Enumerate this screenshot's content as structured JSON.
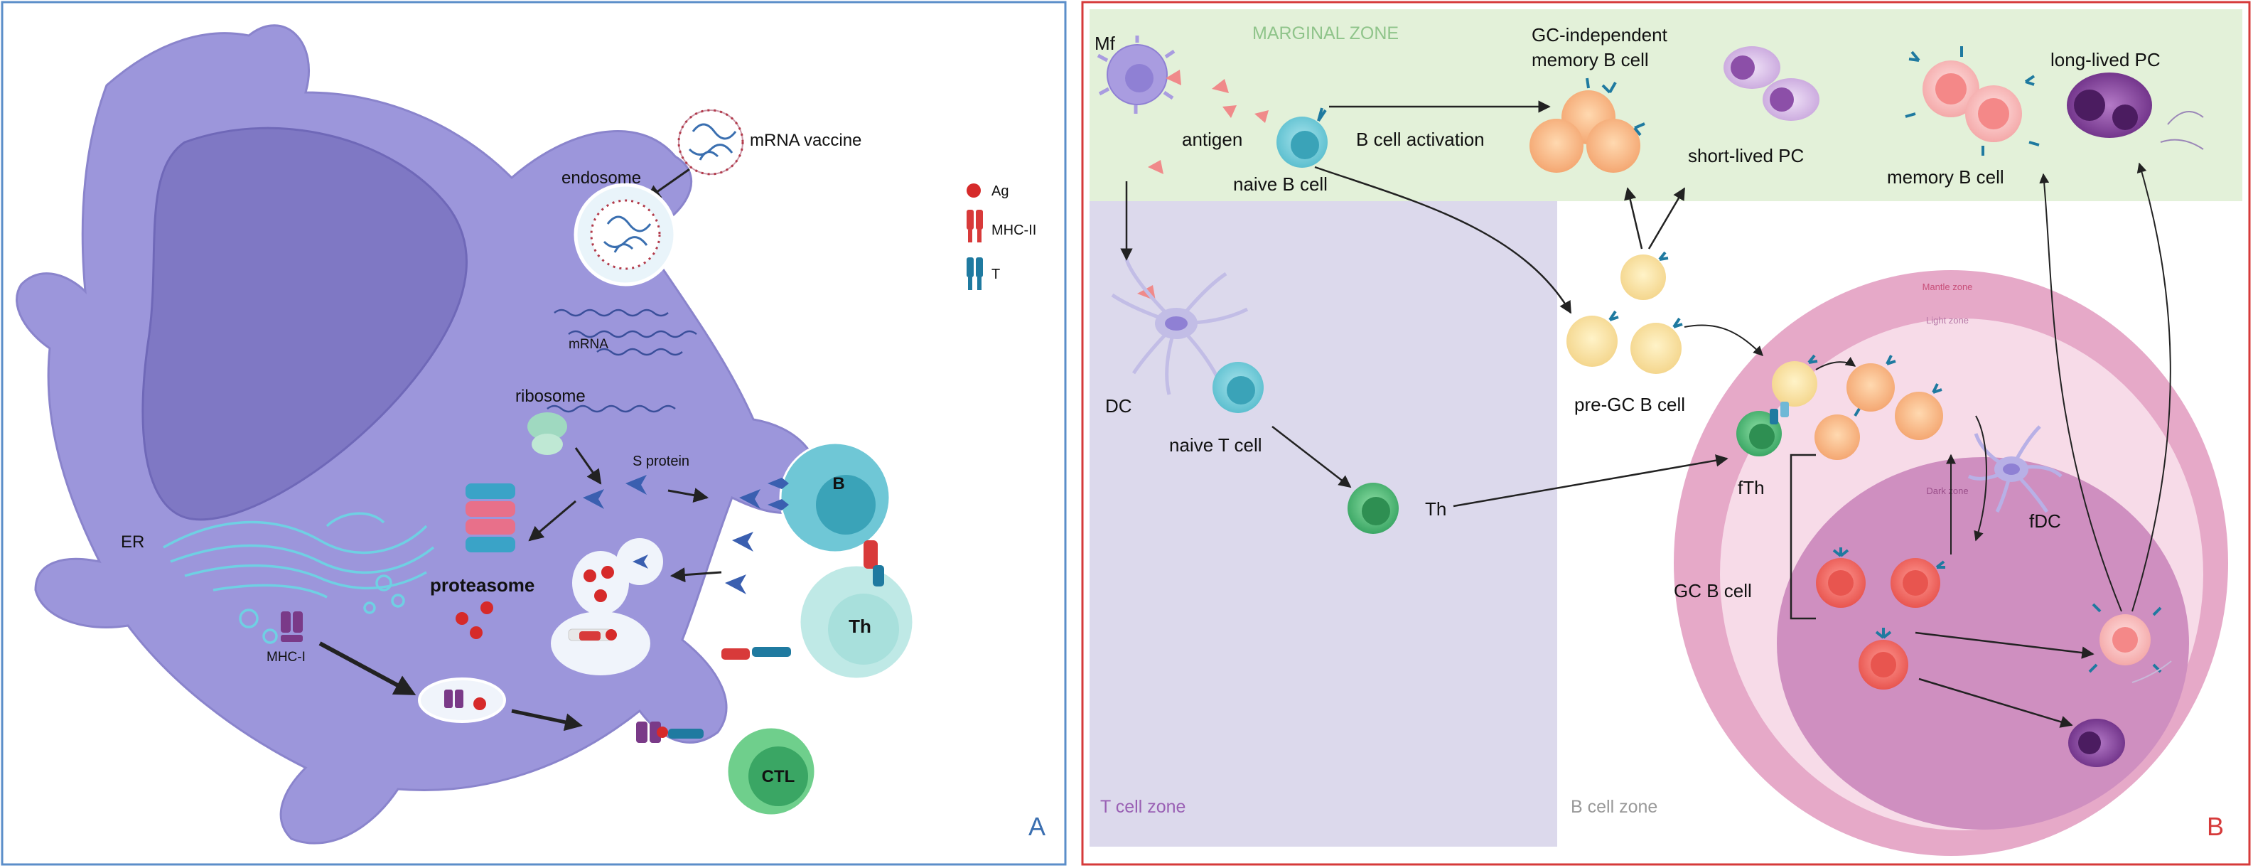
{
  "panel_a": {
    "corner_letter": "A",
    "labels": {
      "mrna_vaccine": "mRNA vaccine",
      "endosome": "endosome",
      "mrna": "mRNA",
      "ribosome": "ribosome",
      "s_protein": "S protein",
      "er": "ER",
      "proteasome": "proteasome",
      "mhc_i": "MHC-I",
      "b_cell": "B",
      "th_cell": "Th",
      "ctl_cell": "CTL"
    },
    "legend": [
      {
        "label": "Ag",
        "icon": "antigen-dot-icon"
      },
      {
        "label": "MHC-II",
        "icon": "mhc-ii-receptor-icon"
      },
      {
        "label": "T",
        "icon": "t-cell-receptor-icon"
      }
    ]
  },
  "panel_b": {
    "corner_letter": "B",
    "zones": {
      "marginal": "MARGINAL ZONE",
      "t_cell": "T cell zone",
      "b_cell": "B cell zone",
      "mantle": "Mantle zone",
      "light": "Light zone",
      "dark": "Dark zone"
    },
    "labels": {
      "mf": "Mf",
      "antigen": "antigen",
      "naive_b": "naive B cell",
      "b_activation": "B cell activation",
      "gc_independent_1": "GC-independent",
      "gc_independent_2": "memory B cell",
      "short_lived_pc": "short-lived PC",
      "long_lived_pc": "long-lived PC",
      "memory_b": "memory B cell",
      "dc": "DC",
      "naive_t": "naive T cell",
      "th": "Th",
      "pre_gc": "pre-GC B cell",
      "fth": "fTh",
      "fdc": "fDC",
      "gc_b": "GC B cell"
    }
  },
  "colors": {
    "panel_a_border": "#5b8ec9",
    "panel_b_border": "#d63a3a",
    "cell_body": "#9c96db",
    "nucleus": "#7f78c4",
    "marginal_zone_bg": "#e3f1d9",
    "t_zone_bg": "#dcd9ec",
    "mantle": "#e6a9c8",
    "light_zone": "#f7dbe8",
    "dark_zone": "#cf8fc0"
  }
}
